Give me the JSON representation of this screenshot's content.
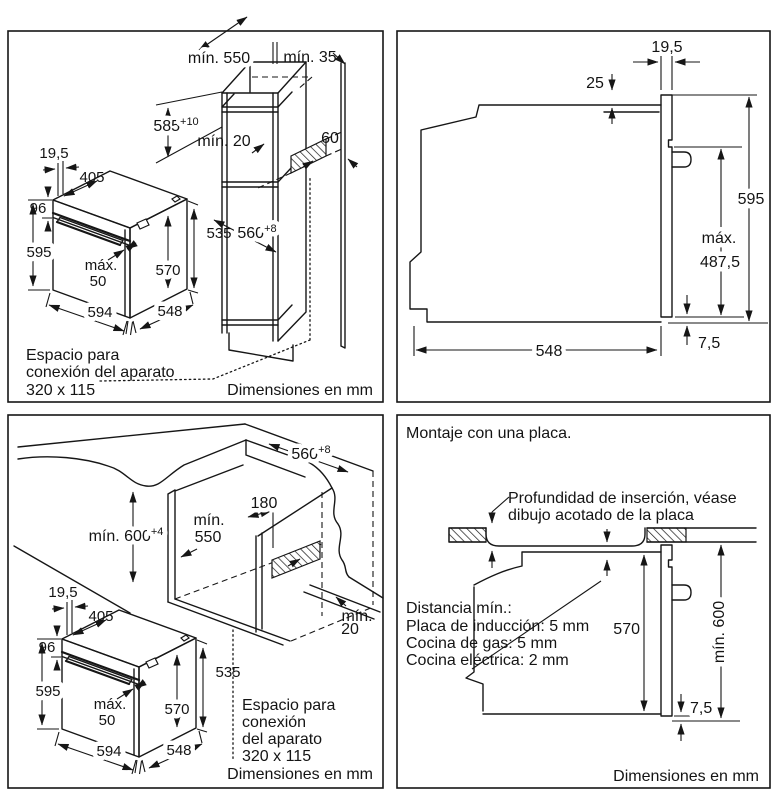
{
  "colors": {
    "line": "#161616",
    "background": "#ffffff"
  },
  "panels": {
    "top_left": {
      "cabinet": {
        "min_depth": "mín. 550",
        "min_side": "mín. 35",
        "niche_height": "585",
        "niche_height_tol": "+10",
        "min_rear": "mín. 20",
        "vent": "60",
        "niche_width": "560",
        "niche_width_tol": "+8"
      },
      "oven": {
        "door_top": "19,5",
        "top_depth": "405",
        "panel_height": "96",
        "height": "595",
        "handle_max_1": "máx.",
        "handle_max_2": "50",
        "inner_height": "570",
        "side_height": "535",
        "width": "594",
        "depth": "548"
      },
      "note": [
        "Espacio para",
        "conexión del aparato",
        "320 x 115"
      ],
      "footer": "Dimensiones en mm"
    },
    "top_right": {
      "door_top": "19,5",
      "top_offset": "25",
      "height": "595",
      "max_1": "máx.",
      "max_2": "487,5",
      "bottom_gap": "7,5",
      "depth": "548"
    },
    "bottom_left": {
      "cabinet": {
        "niche_width": "560",
        "niche_width_tol": "+8",
        "vent_offset": "180",
        "worktop_height": "mín. 600",
        "worktop_height_tol": "+4",
        "min_depth_1": "mín.",
        "min_depth_2": "550",
        "min_rear_1": "mín.",
        "min_rear_2": "20"
      },
      "oven": {
        "door_top": "19,5",
        "top_depth": "405",
        "panel_height": "96",
        "height": "595",
        "handle_max_1": "máx.",
        "handle_max_2": "50",
        "inner_height": "570",
        "side_height": "535",
        "width": "594",
        "depth": "548"
      },
      "note": [
        "Espacio para",
        "conexión",
        "del aparato",
        "320 x 115"
      ],
      "footer": "Dimensiones en mm"
    },
    "bottom_right": {
      "title": "Montaje con una placa.",
      "hob_note": [
        "Profundidad de inserción, véase",
        "dibujo acotado de la placa"
      ],
      "clearance_note": [
        "Distancia mín.:",
        "Placa de inducción: 5 mm",
        "Cocina de gas: 5 mm",
        "Cocina eléctrica: 2 mm"
      ],
      "oven_height": "570",
      "min_total": "mín. 600",
      "bottom_gap": "7,5",
      "footer": "Dimensiones en mm"
    }
  }
}
